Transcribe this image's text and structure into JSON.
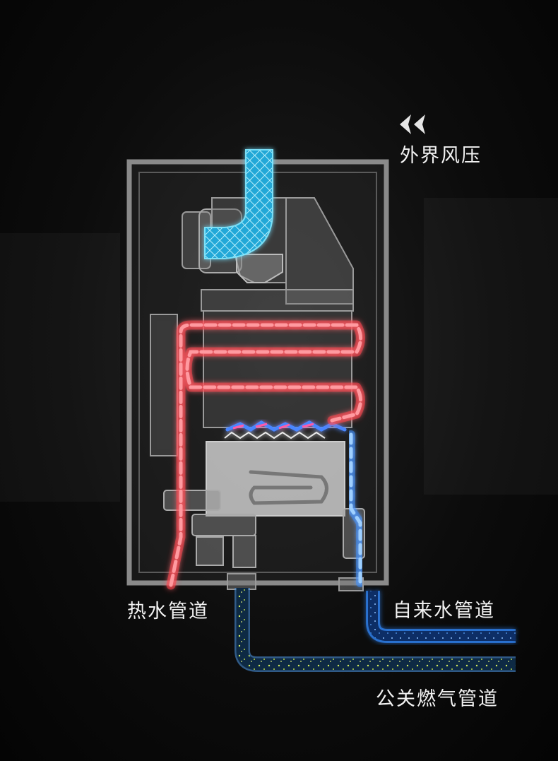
{
  "labels": {
    "outside_pressure": "外界风压",
    "hot_water_pipe": "热水管道",
    "tap_water_pipe": "自来水管道",
    "gas_pipe": "公关燃气管道"
  },
  "icons": {
    "pressure_arrow": "double-chevron-left-icon"
  },
  "colors": {
    "background": "#050505",
    "hot": "#ff3b46",
    "cold": "#2f8bff",
    "flue": "#3fd7ff",
    "gas": "#c8e64a",
    "frame": "#8a8a8a"
  }
}
